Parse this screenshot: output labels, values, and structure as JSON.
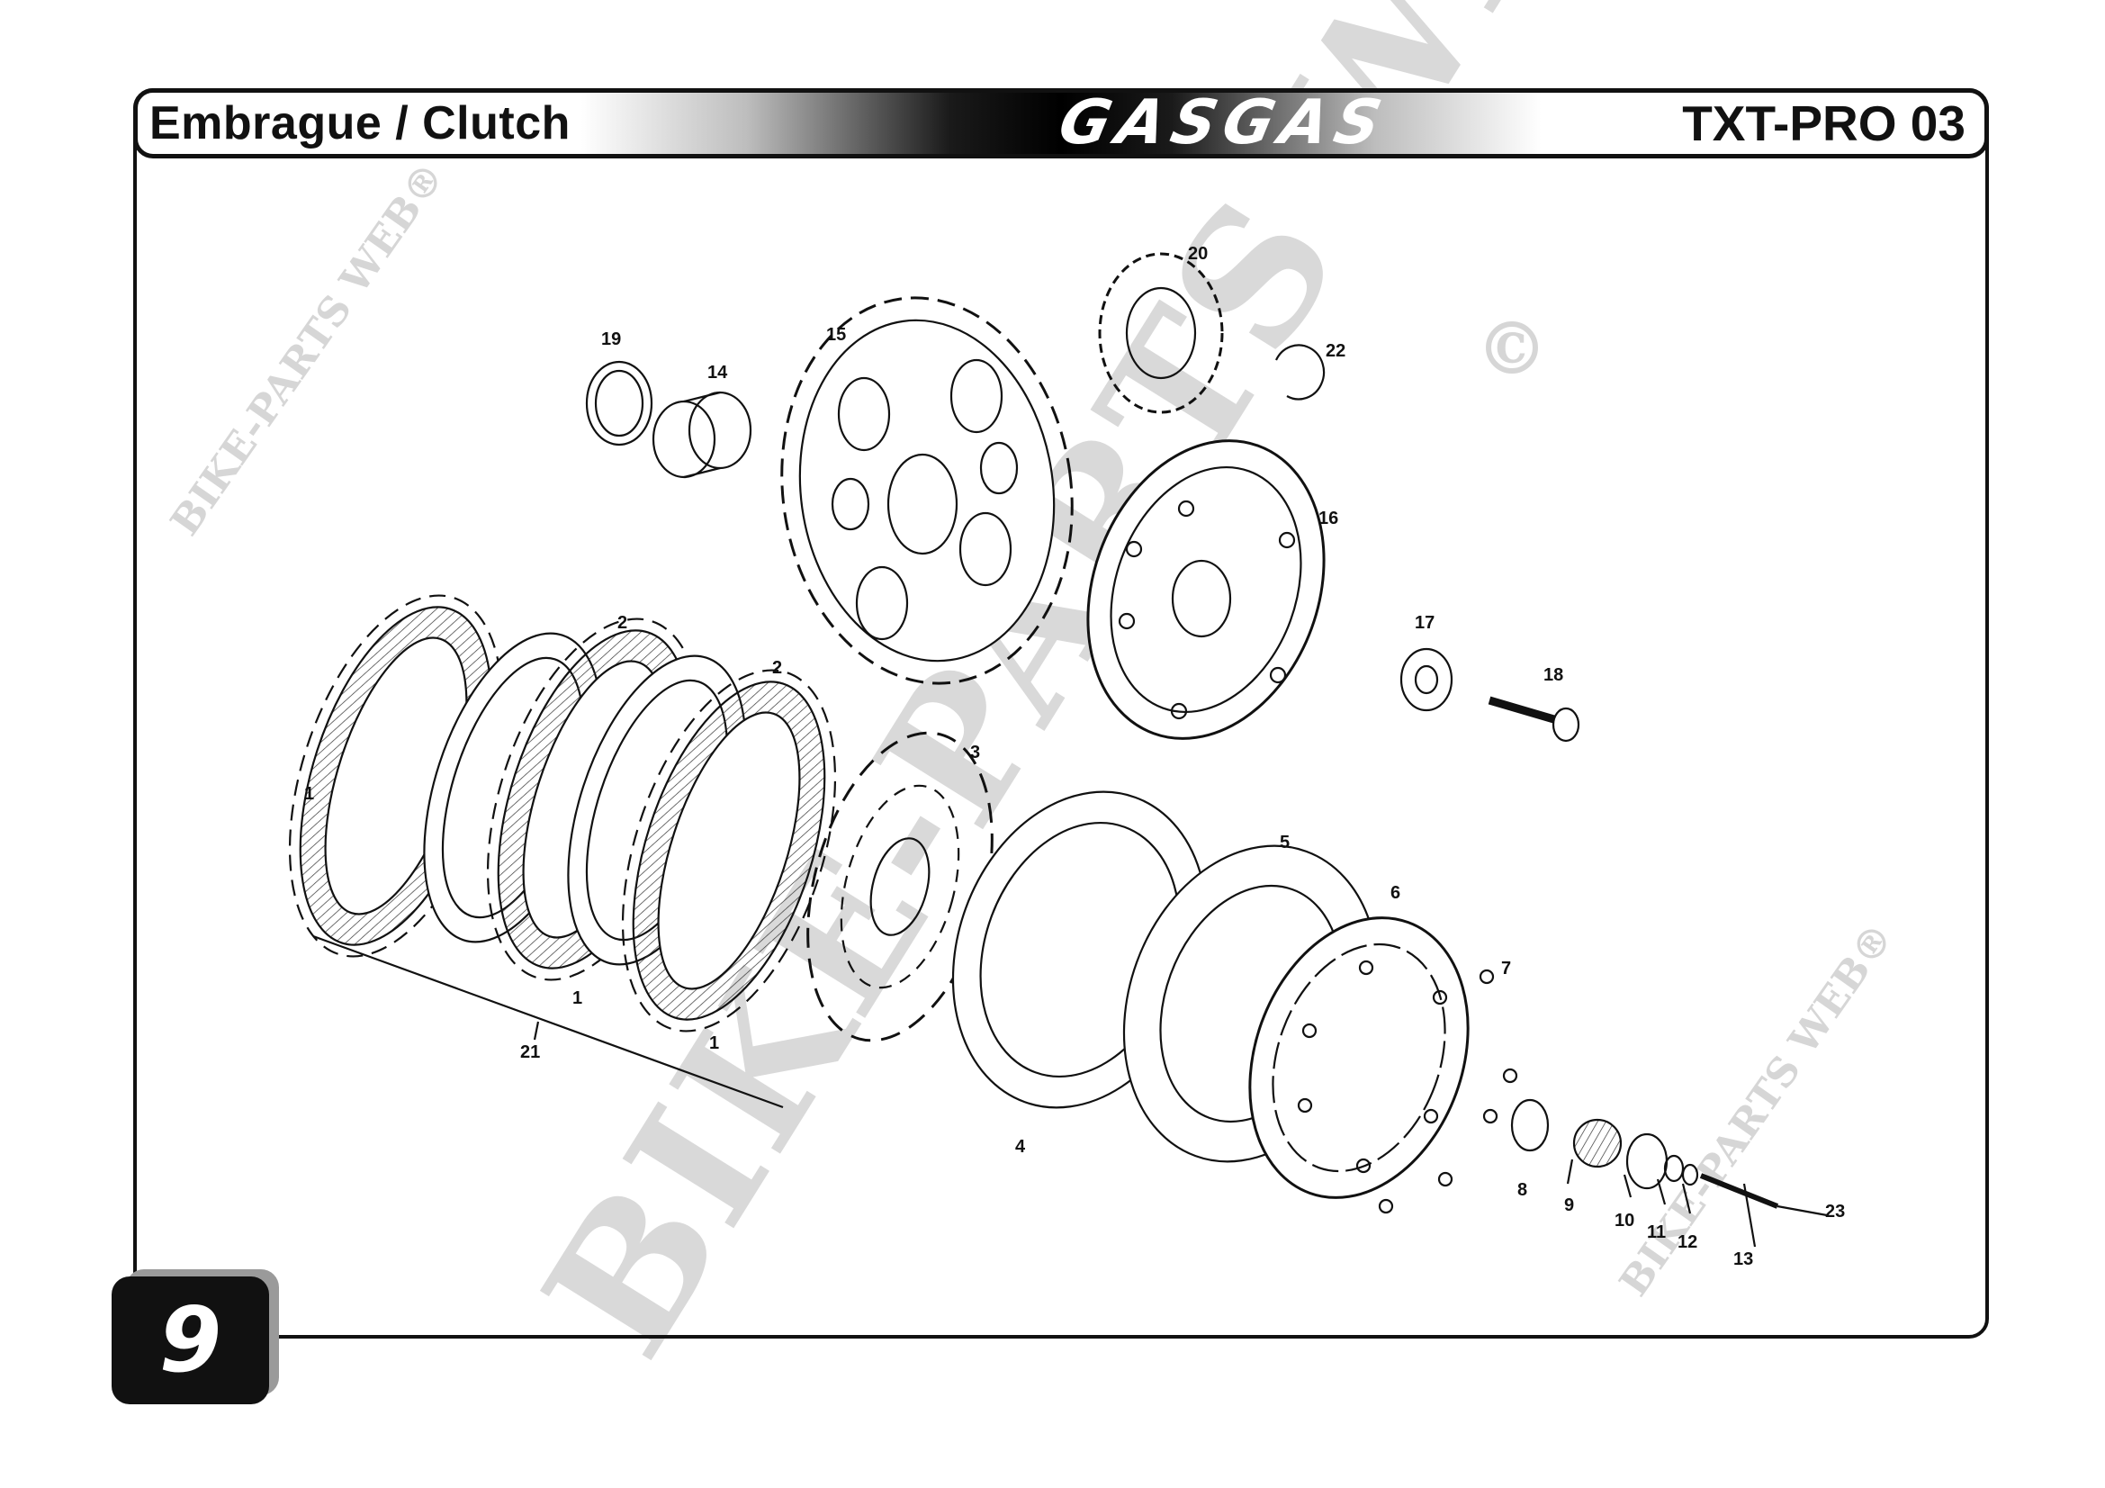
{
  "header": {
    "section_title": "Embrague / Clutch",
    "brand": "GASGAS",
    "model": "TXT-PRO 03"
  },
  "page": {
    "number": "9"
  },
  "watermarks": {
    "main": "BIKE-PARTS WEB",
    "small": "BIKE-PARTS WEB®",
    "mark": "©"
  },
  "callouts": [
    {
      "id": "1",
      "label": "1"
    },
    {
      "id": "1b",
      "label": "1"
    },
    {
      "id": "1c",
      "label": "1"
    },
    {
      "id": "2",
      "label": "2"
    },
    {
      "id": "2b",
      "label": "2"
    },
    {
      "id": "3",
      "label": "3"
    },
    {
      "id": "4",
      "label": "4"
    },
    {
      "id": "5",
      "label": "5"
    },
    {
      "id": "6",
      "label": "6"
    },
    {
      "id": "7",
      "label": "7"
    },
    {
      "id": "8",
      "label": "8"
    },
    {
      "id": "9",
      "label": "9"
    },
    {
      "id": "10",
      "label": "10"
    },
    {
      "id": "11",
      "label": "11"
    },
    {
      "id": "12",
      "label": "12"
    },
    {
      "id": "13",
      "label": "13"
    },
    {
      "id": "14",
      "label": "14"
    },
    {
      "id": "15",
      "label": "15"
    },
    {
      "id": "16",
      "label": "16"
    },
    {
      "id": "17",
      "label": "17"
    },
    {
      "id": "18",
      "label": "18"
    },
    {
      "id": "19",
      "label": "19"
    },
    {
      "id": "20",
      "label": "20"
    },
    {
      "id": "21",
      "label": "21"
    },
    {
      "id": "22",
      "label": "22"
    },
    {
      "id": "23",
      "label": "23"
    }
  ]
}
